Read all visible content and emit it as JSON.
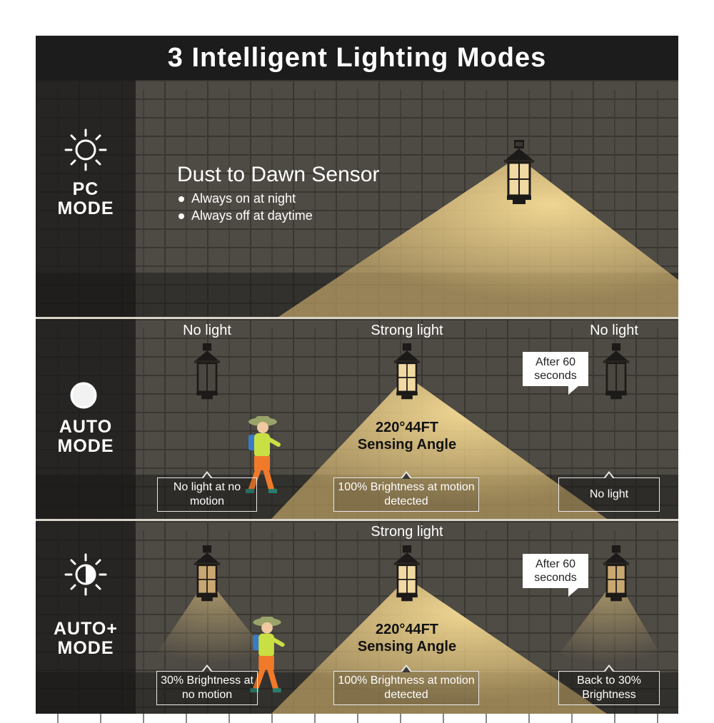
{
  "title": "3 Intelligent Lighting Modes",
  "colors": {
    "beam": "#f3d488",
    "background": "#2b2a28",
    "text": "#ffffff"
  },
  "pc_mode": {
    "icon": "sun-icon",
    "label_line1": "PC",
    "label_line2": "MODE",
    "headline": "Dust to Dawn Sensor",
    "bullets": [
      "Always on at night",
      "Always off at daytime"
    ]
  },
  "auto_mode": {
    "icon": "circle-icon",
    "label_line1": "AUTO",
    "label_line2": "MODE",
    "states": [
      "No light",
      "Strong light",
      "No light"
    ],
    "timer": "After 60 seconds",
    "angle_line1": "220°44FT",
    "angle_line2": "Sensing Angle",
    "callouts": [
      "No light at no motion",
      "100% Brightness at motion detected",
      "No light"
    ]
  },
  "auto_plus_mode": {
    "icon": "half-sun-icon",
    "label_line1": "AUTO+",
    "label_line2": "MODE",
    "state": "Strong light",
    "timer": "After 60 seconds",
    "angle_line1": "220°44FT",
    "angle_line2": "Sensing Angle",
    "callouts": [
      "30% Brightness at no motion",
      "100% Brightness at motion detected",
      "Back to 30% Brightness"
    ]
  }
}
